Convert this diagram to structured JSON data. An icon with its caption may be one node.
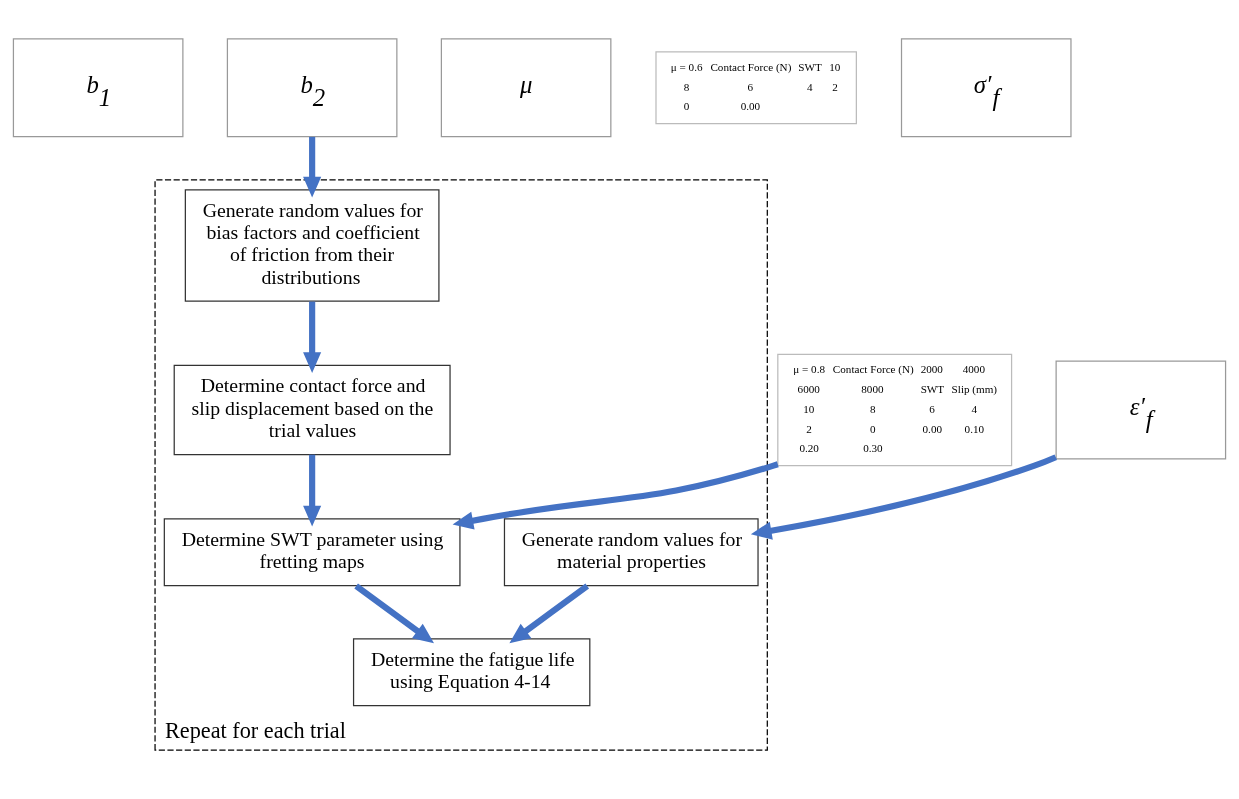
{
  "diagram": {
    "nodes": [
      {
        "text": [
          "b$_{1}$"
        ]
      },
      {
        "text": [
          "b$_{2}$"
        ]
      },
      {
        "text": [
          "μ"
        ]
      },
      {
        "text": [
          "μ = 0.6",
          "Contact Force (N)",
          "SWT",
          "10",
          "8",
          "6",
          "4",
          "2",
          "0",
          "0.00"
        ]
      },
      {
        "text": [
          "μ = 0.8",
          "Contact Force (N)",
          "2000",
          "4000",
          "6000",
          "8000",
          "SWT",
          "Slip (mm)",
          "10",
          "8",
          "6",
          "4",
          "2",
          "0",
          "0.00",
          "0.10",
          "0.20",
          "0.30"
        ]
      },
      {
        "text": [
          "σ′$_{f}$"
        ]
      },
      {
        "text": [
          "ε′$_{f}$"
        ]
      },
      {
        "text": [
          "Repeat for each trial"
        ]
      },
      {
        "text": [
          "Generate random values for bias factors and coefficient of friction from their distributions"
        ],
        "in": 7
      },
      {
        "text": [
          "Determine contact force and slip displacement based on the trial values"
        ],
        "in": 7
      },
      {
        "text": [
          "Determine SWT parameter using fretting maps"
        ],
        "in": 7
      },
      {
        "text": [
          "Generate random values for material properties"
        ],
        "in": 7
      },
      {
        "text": [
          "Determine the fatigue life using Equation 4-14"
        ],
        "in": 7
      }
    ],
    "edges": [
      {
        "from": 1,
        "to": 8,
        "arrow": "to"
      },
      {
        "from": 8,
        "to": 9,
        "arrow": "to"
      },
      {
        "from": 9,
        "to": 10,
        "arrow": "to"
      },
      {
        "from": 4,
        "to": 10,
        "arrow": "to"
      },
      {
        "from": 6,
        "to": 11,
        "arrow": "to"
      },
      {
        "from": 10,
        "to": 12,
        "arrow": "to"
      },
      {
        "from": 11,
        "to": 12,
        "arrow": "to"
      }
    ]
  }
}
